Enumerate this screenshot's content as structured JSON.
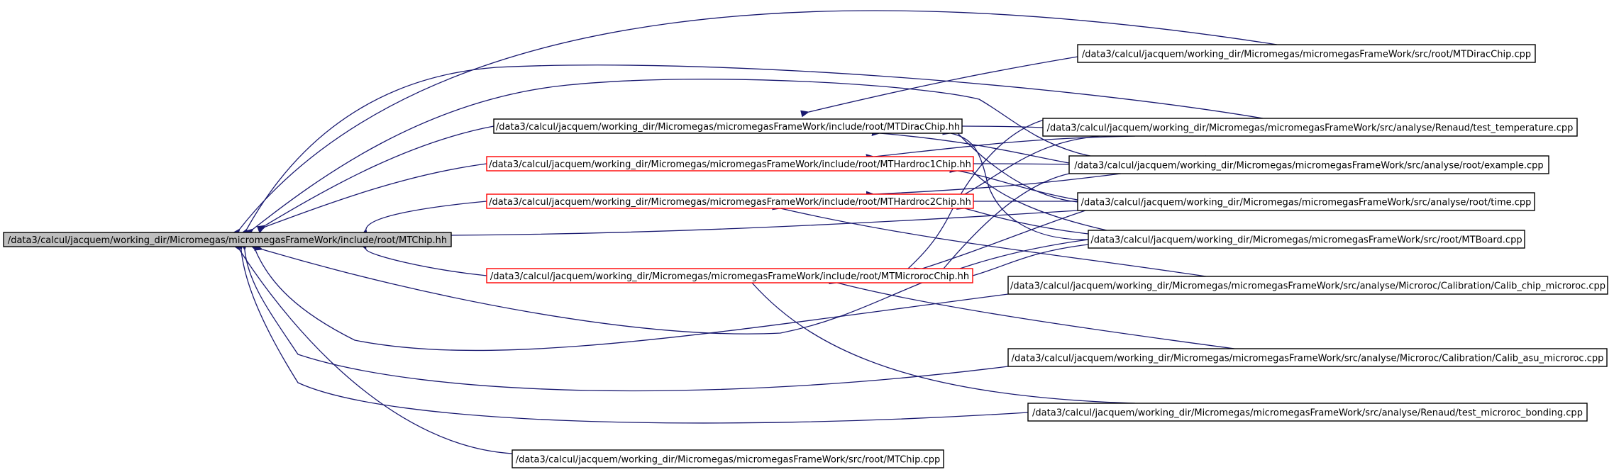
{
  "colors": {
    "edge": "#191970",
    "root_fill": "#bfbfbf",
    "normal_border": "#000000",
    "truncated_border": "#ff0000",
    "background": "#ffffff"
  },
  "nodes": [
    {
      "id": "mtchip_hh",
      "label": "/data3/calcul/jacquem/working_dir/Micromegas/micromegasFrameWork/include/root/MTChip.hh",
      "kind": "root"
    },
    {
      "id": "mtdiracchip_hh",
      "label": "/data3/calcul/jacquem/working_dir/Micromegas/micromegasFrameWork/include/root/MTDiracChip.hh",
      "kind": "normal"
    },
    {
      "id": "mthardroc1chip_hh",
      "label": "/data3/calcul/jacquem/working_dir/Micromegas/micromegasFrameWork/include/root/MTHardroc1Chip.hh",
      "kind": "truncated"
    },
    {
      "id": "mthardroc2chip_hh",
      "label": "/data3/calcul/jacquem/working_dir/Micromegas/micromegasFrameWork/include/root/MTHardroc2Chip.hh",
      "kind": "truncated"
    },
    {
      "id": "mtmicrorocchip_hh",
      "label": "/data3/calcul/jacquem/working_dir/Micromegas/micromegasFrameWork/include/root/MTMicrorocChip.hh",
      "kind": "truncated"
    },
    {
      "id": "mtchip_cpp",
      "label": "/data3/calcul/jacquem/working_dir/Micromegas/micromegasFrameWork/src/root/MTChip.cpp",
      "kind": "normal"
    },
    {
      "id": "mtdiracchip_cpp",
      "label": "/data3/calcul/jacquem/working_dir/Micromegas/micromegasFrameWork/src/root/MTDiracChip.cpp",
      "kind": "normal"
    },
    {
      "id": "test_temperature_cpp",
      "label": "/data3/calcul/jacquem/working_dir/Micromegas/micromegasFrameWork/src/analyse/Renaud/test_temperature.cpp",
      "kind": "normal"
    },
    {
      "id": "example_cpp",
      "label": "/data3/calcul/jacquem/working_dir/Micromegas/micromegasFrameWork/src/analyse/root/example.cpp",
      "kind": "normal"
    },
    {
      "id": "time_cpp",
      "label": "/data3/calcul/jacquem/working_dir/Micromegas/micromegasFrameWork/src/analyse/root/time.cpp",
      "kind": "normal"
    },
    {
      "id": "mtboard_cpp",
      "label": "/data3/calcul/jacquem/working_dir/Micromegas/micromegasFrameWork/src/root/MTBoard.cpp",
      "kind": "normal"
    },
    {
      "id": "calib_chip_microroc_cpp",
      "label": "/data3/calcul/jacquem/working_dir/Micromegas/micromegasFrameWork/src/analyse/Microroc/Calibration/Calib_chip_microroc.cpp",
      "kind": "normal"
    },
    {
      "id": "calib_asu_microroc_cpp",
      "label": "/data3/calcul/jacquem/working_dir/Micromegas/micromegasFrameWork/src/analyse/Microroc/Calibration/Calib_asu_microroc.cpp",
      "kind": "normal"
    },
    {
      "id": "test_microroc_bonding_cpp",
      "label": "/data3/calcul/jacquem/working_dir/Micromegas/micromegasFrameWork/src/analyse/Renaud/test_microroc_bonding.cpp",
      "kind": "normal"
    }
  ],
  "edges": [
    {
      "from": "mtdiracchip_hh",
      "to": "mtchip_hh"
    },
    {
      "from": "mthardroc1chip_hh",
      "to": "mtchip_hh"
    },
    {
      "from": "mthardroc2chip_hh",
      "to": "mtchip_hh"
    },
    {
      "from": "mtmicrorocchip_hh",
      "to": "mtchip_hh"
    },
    {
      "from": "mtchip_cpp",
      "to": "mtchip_hh"
    },
    {
      "from": "mtdiracchip_cpp",
      "to": "mtchip_hh"
    },
    {
      "from": "test_temperature_cpp",
      "to": "mtchip_hh"
    },
    {
      "from": "example_cpp",
      "to": "mtchip_hh"
    },
    {
      "from": "time_cpp",
      "to": "mtchip_hh"
    },
    {
      "from": "mtboard_cpp",
      "to": "mtchip_hh"
    },
    {
      "from": "calib_chip_microroc_cpp",
      "to": "mtchip_hh"
    },
    {
      "from": "calib_asu_microroc_cpp",
      "to": "mtchip_hh"
    },
    {
      "from": "test_microroc_bonding_cpp",
      "to": "mtchip_hh"
    },
    {
      "from": "mtdiracchip_cpp",
      "to": "mtdiracchip_hh"
    },
    {
      "from": "test_temperature_cpp",
      "to": "mtdiracchip_hh"
    },
    {
      "from": "example_cpp",
      "to": "mtdiracchip_hh"
    },
    {
      "from": "time_cpp",
      "to": "mtdiracchip_hh"
    },
    {
      "from": "mtboard_cpp",
      "to": "mtdiracchip_hh"
    },
    {
      "from": "test_temperature_cpp",
      "to": "mthardroc1chip_hh"
    },
    {
      "from": "example_cpp",
      "to": "mthardroc1chip_hh"
    },
    {
      "from": "time_cpp",
      "to": "mthardroc1chip_hh"
    },
    {
      "from": "mtboard_cpp",
      "to": "mthardroc1chip_hh"
    },
    {
      "from": "test_temperature_cpp",
      "to": "mthardroc2chip_hh"
    },
    {
      "from": "example_cpp",
      "to": "mthardroc2chip_hh"
    },
    {
      "from": "time_cpp",
      "to": "mthardroc2chip_hh"
    },
    {
      "from": "mtboard_cpp",
      "to": "mthardroc2chip_hh"
    },
    {
      "from": "calib_chip_microroc_cpp",
      "to": "mthardroc2chip_hh"
    },
    {
      "from": "test_temperature_cpp",
      "to": "mtmicrorocchip_hh"
    },
    {
      "from": "example_cpp",
      "to": "mtmicrorocchip_hh"
    },
    {
      "from": "time_cpp",
      "to": "mtmicrorocchip_hh"
    },
    {
      "from": "mtboard_cpp",
      "to": "mtmicrorocchip_hh"
    },
    {
      "from": "calib_asu_microroc_cpp",
      "to": "mtmicrorocchip_hh"
    },
    {
      "from": "test_microroc_bonding_cpp",
      "to": "mtmicrorocchip_hh"
    }
  ]
}
